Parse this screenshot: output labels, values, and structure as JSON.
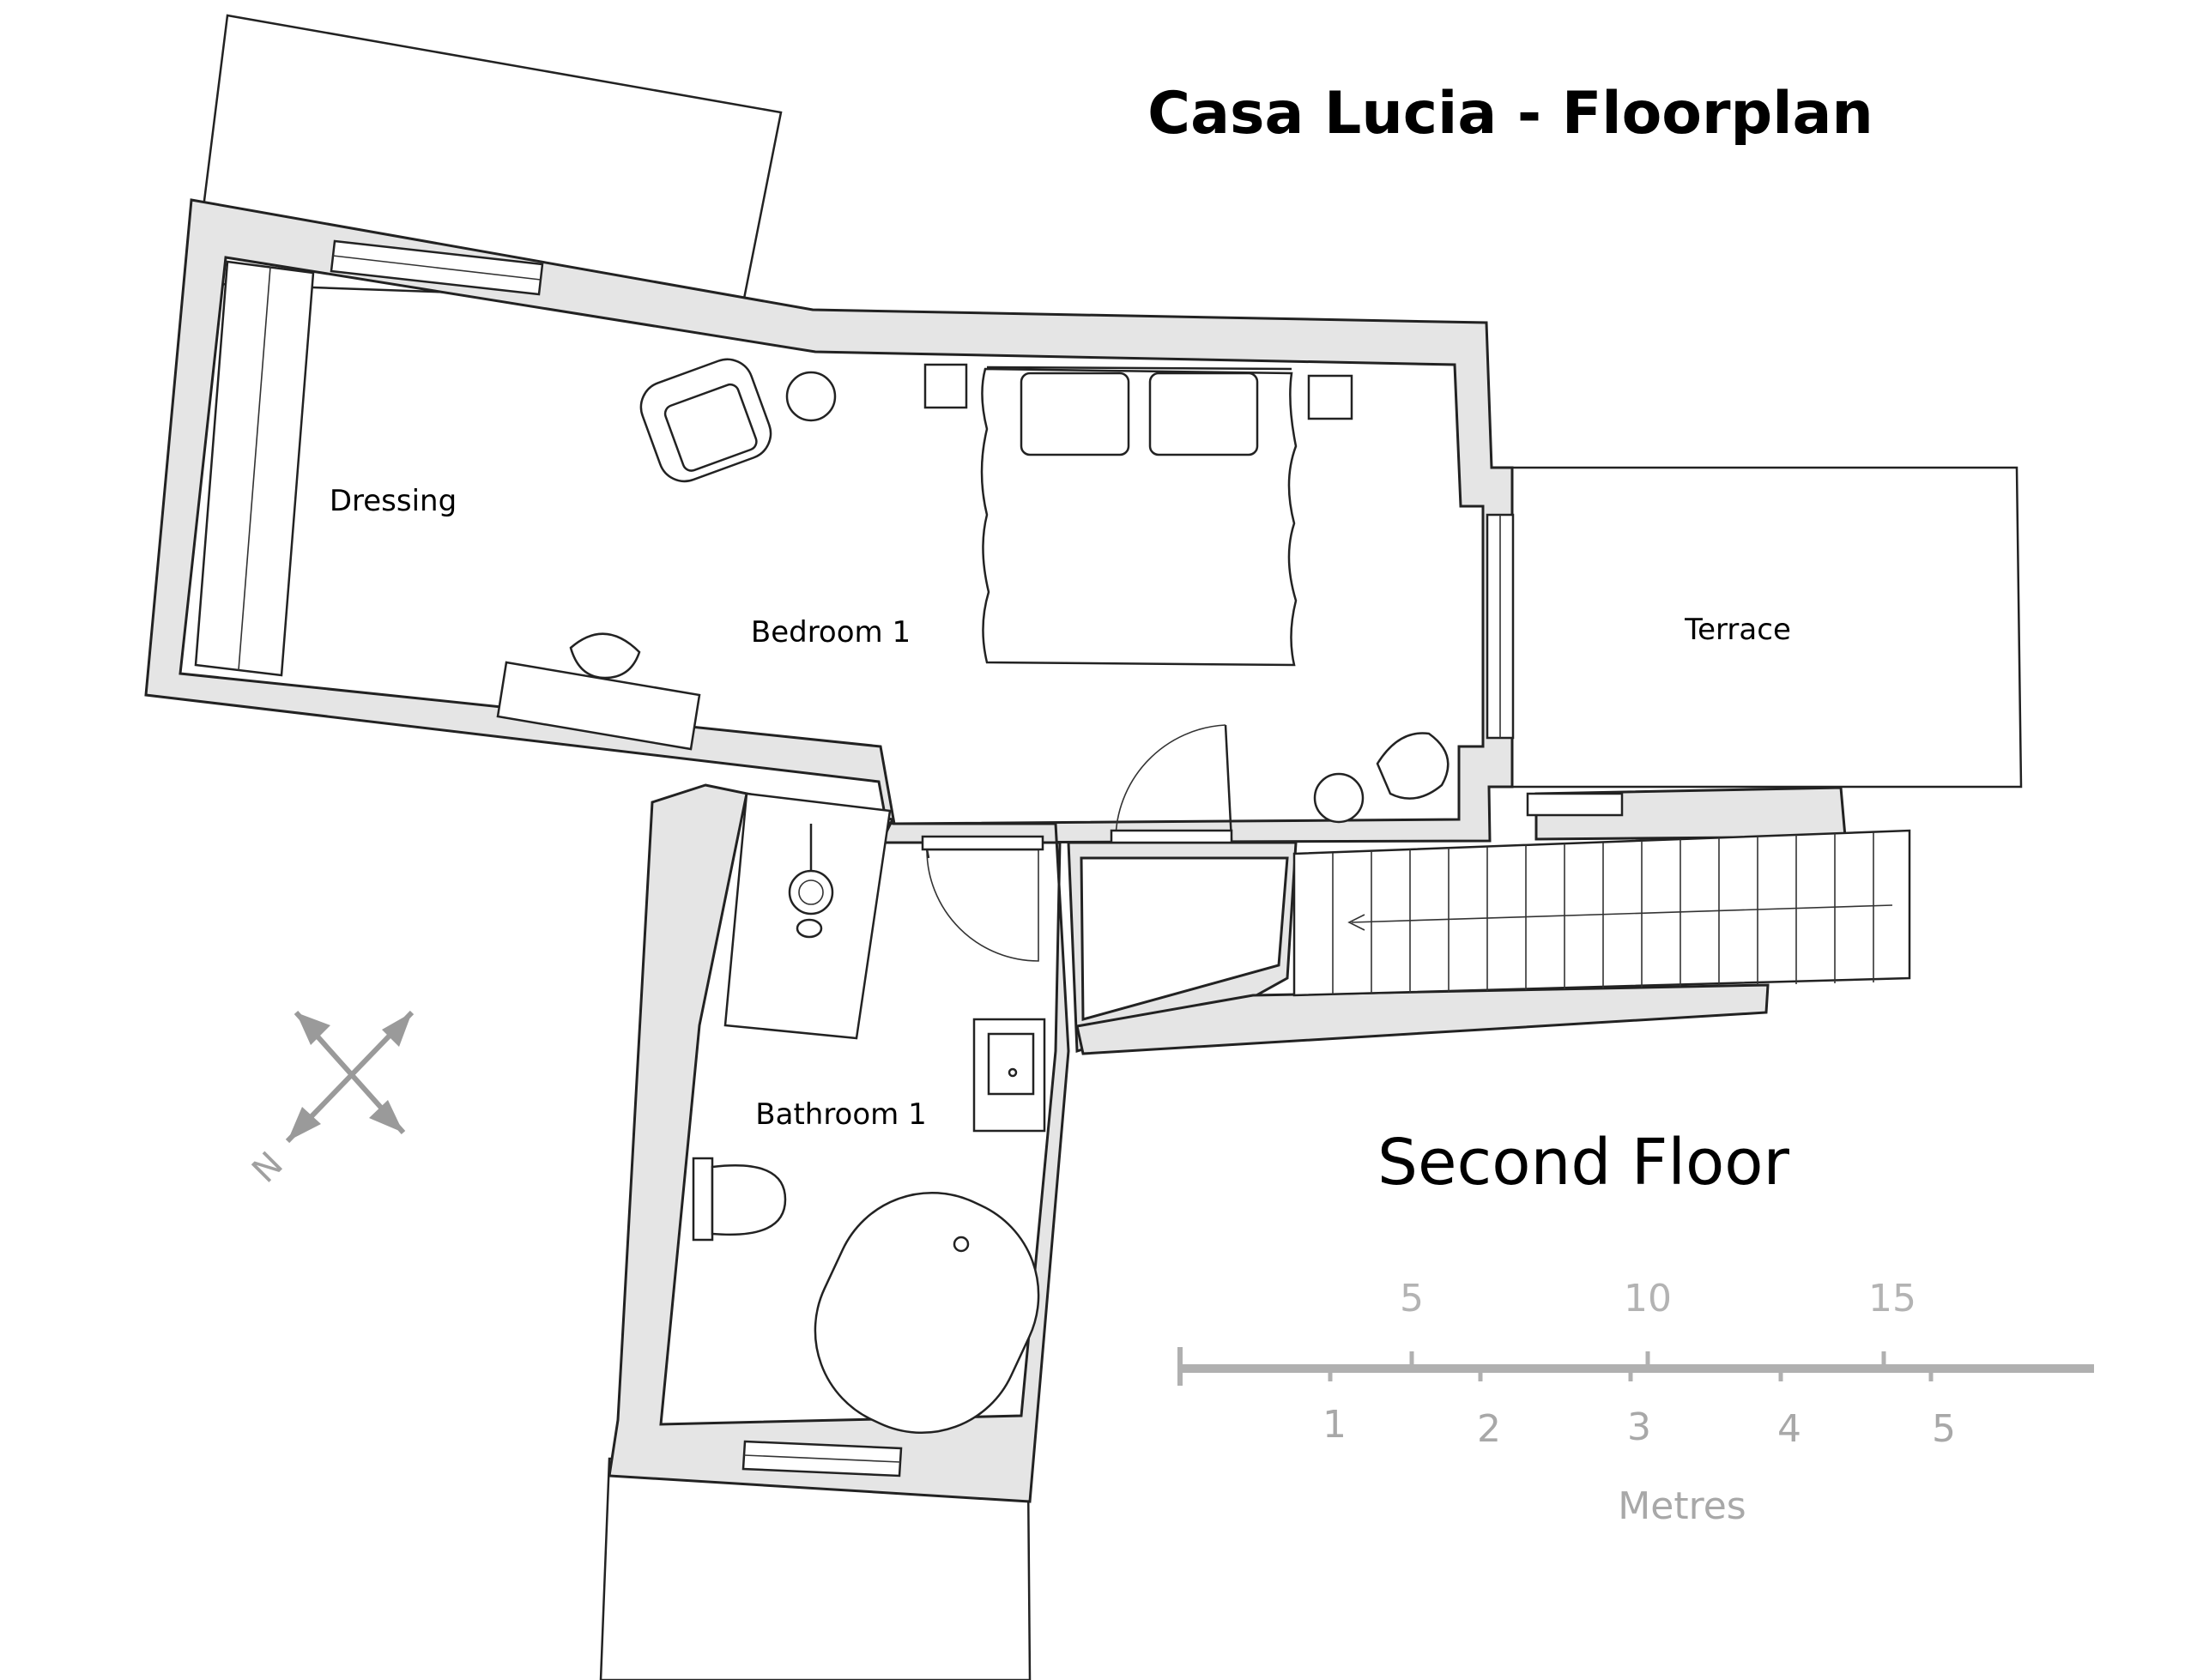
{
  "title": "Casa Lucia - Floorplan",
  "floor_label": "Second Floor",
  "rooms": {
    "dressing": "Dressing",
    "bedroom": "Bedroom 1",
    "terrace": "Terrace",
    "bathroom": "Bathroom 1"
  },
  "compass": {
    "north_label": "N"
  },
  "scale_bar": {
    "top_ticks": [
      "5",
      "10",
      "15"
    ],
    "bottom_ticks": [
      "1",
      "2",
      "3",
      "4",
      "5"
    ],
    "unit_label": "Metres"
  }
}
